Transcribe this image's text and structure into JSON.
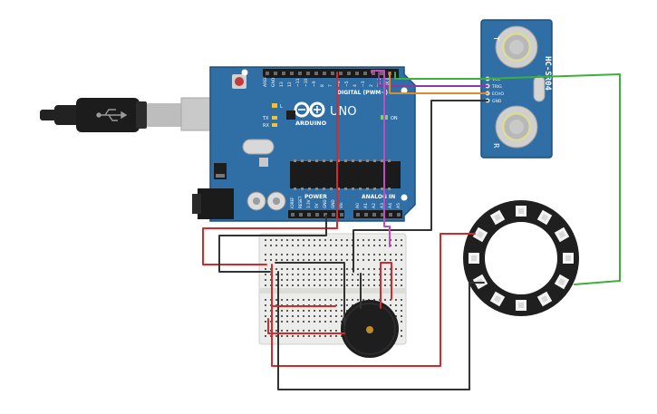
{
  "arduino": {
    "brand": "ARDUINO",
    "model": "UNO",
    "digital_label": "DIGITAL (PWM~)",
    "power_label": "POWER",
    "analog_label": "ANALOG IN",
    "on_label": "ON",
    "tx_label": "TX",
    "rx_label": "RX",
    "l_label": "L",
    "aref_label": "AREF",
    "gnd_label": "GND",
    "digital_pins": [
      "13",
      "12",
      "~11",
      "~10",
      "~9",
      "8",
      "7",
      "~6",
      "~5",
      "4",
      "~3",
      "2",
      "TX 1",
      "RX 0"
    ],
    "power_pins": [
      "IOREF",
      "RESET",
      "3.3V",
      "5V",
      "GND",
      "GND",
      "Vin"
    ],
    "analog_pins": [
      "A0",
      "A1",
      "A2",
      "A3",
      "A4",
      "A5"
    ]
  },
  "sensor": {
    "name": "HC-SR04",
    "left_mark": "T",
    "right_mark": "R",
    "pins": [
      "VCC",
      "TRIG",
      "ECHO",
      "GND"
    ]
  },
  "colors": {
    "board": "#2f6fa6",
    "board_edge": "#1f4f7a",
    "sensor": "#2f6fa6",
    "wire_red": "#d62a2a",
    "wire_black": "#333333",
    "wire_green": "#3fae3a",
    "wire_purple": "#8a3aa0",
    "wire_orange": "#e08a2a",
    "wire_magenta": "#c24bc2",
    "breadboard": "#ececea",
    "buzzer": "#1e1e1e",
    "ring": "#1f1f1f",
    "usb_plug": "#222222"
  }
}
